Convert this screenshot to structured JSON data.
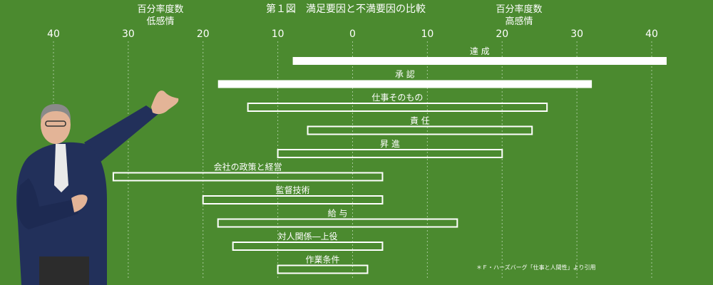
{
  "chart_data": {
    "type": "bar",
    "title": "第１図　満足要因と不満要因の比較",
    "left_label": [
      "百分率度数",
      "低感情"
    ],
    "right_label": [
      "百分率度数",
      "高感情"
    ],
    "xlim": [
      -40,
      40
    ],
    "ticks": [
      {
        "value": -40,
        "label": "40"
      },
      {
        "value": -30,
        "label": "30"
      },
      {
        "value": -20,
        "label": "20"
      },
      {
        "value": -10,
        "label": "10"
      },
      {
        "value": 0,
        "label": "0"
      },
      {
        "value": 10,
        "label": "10"
      },
      {
        "value": 20,
        "label": "20"
      },
      {
        "value": 30,
        "label": "30"
      },
      {
        "value": 40,
        "label": "40"
      }
    ],
    "grid": true,
    "series": [
      {
        "name": "高感情",
        "color": "#ffffff",
        "style": "filled"
      },
      {
        "name": "低感情",
        "color": "#ffffff",
        "style": "outline"
      }
    ],
    "categories": [
      "達成",
      "承認",
      "仕事そのもの",
      "責任",
      "昇進",
      "会社の政策と経営",
      "監督技術",
      "給与",
      "対人関係―上役",
      "作業条件"
    ],
    "bars": [
      {
        "label": "達 成",
        "from": -8,
        "to": 42,
        "style": "filled"
      },
      {
        "label": "承 認",
        "from": -18,
        "to": 32,
        "style": "filled"
      },
      {
        "label": "仕事そのもの",
        "from": -14,
        "to": 26,
        "style": "outline"
      },
      {
        "label": "責 任",
        "from": -6,
        "to": 24,
        "style": "outline"
      },
      {
        "label": "昇 進",
        "from": -10,
        "to": 20,
        "style": "outline"
      },
      {
        "label": "会社の政策と経営",
        "from": -32,
        "to": 4,
        "style": "outline"
      },
      {
        "label": "監督技術",
        "from": -20,
        "to": 4,
        "style": "outline"
      },
      {
        "label": "給 与",
        "from": -18,
        "to": 14,
        "style": "outline"
      },
      {
        "label": "対人関係―上役",
        "from": -16,
        "to": 4,
        "style": "outline"
      },
      {
        "label": "作業条件",
        "from": -10,
        "to": 2,
        "style": "outline"
      }
    ],
    "source_note": "＊Ｆ・ハーズバーグ「仕事と人間性」より引用"
  },
  "colors": {
    "background": "#4b8a2f",
    "foreground": "#ffffff",
    "gridline": "#a6c79a"
  },
  "presenter": {
    "jacket": "#22305a",
    "skin": "#e3b497",
    "hair": "#8a8a8a"
  }
}
